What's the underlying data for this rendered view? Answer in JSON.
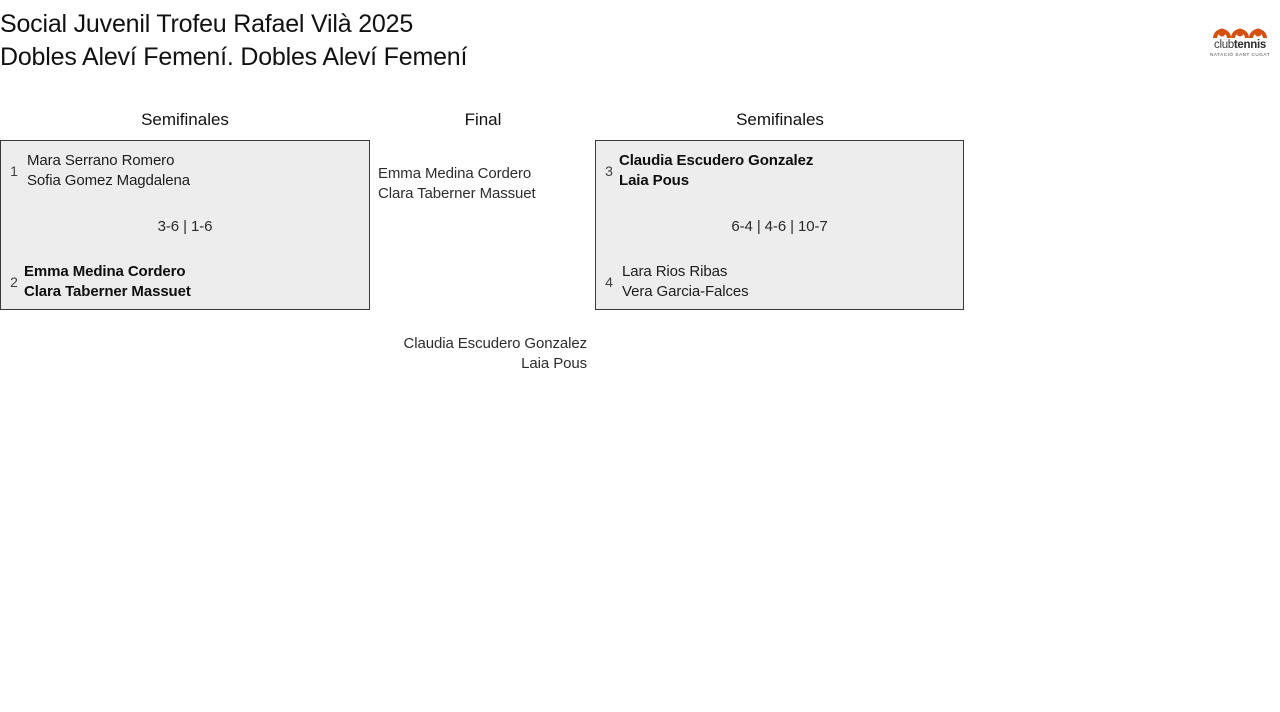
{
  "header": {
    "title": "Social Juvenil Trofeu Rafael Vilà 2025\nDobles Aleví Femení. Dobles Aleví Femení"
  },
  "logo": {
    "name": "clubtennis-logo",
    "word_light": "club",
    "word_bold": "tennis",
    "subtitle": "NATACIÓ SANT CUGAT",
    "color": "#d4500f"
  },
  "rounds": {
    "semifinals_left": "Semifinales",
    "final": "Final",
    "semifinals_right": "Semifinales"
  },
  "bracket": {
    "semifinal_left": {
      "top": {
        "seed": "1",
        "players": "Mara Serrano Romero\nSofia Gomez Magdalena",
        "winner": false
      },
      "score": "3-6 | 1-6",
      "bottom": {
        "seed": "2",
        "players": "Emma Medina Cordero\nClara Taberner Massuet",
        "winner": true
      }
    },
    "semifinal_right": {
      "top": {
        "seed": "3",
        "players": "Claudia Escudero Gonzalez\nLaia Pous",
        "winner": true
      },
      "score": "6-4 | 4-6 | 10-7",
      "bottom": {
        "seed": "4",
        "players": "Lara Rios Ribas\nVera Garcia-Falces",
        "winner": false
      }
    },
    "final": {
      "finalist_top": "Emma Medina Cordero\nClara Taberner Massuet",
      "champion": "Claudia Escudero Gonzalez\nLaia Pous"
    }
  }
}
